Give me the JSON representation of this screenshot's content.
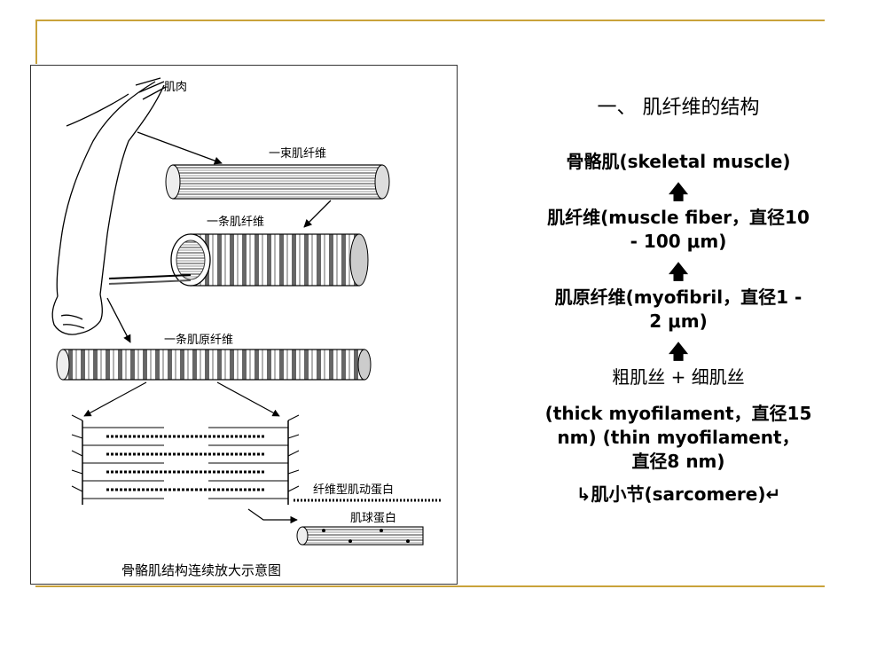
{
  "figure": {
    "label_muscle": "肌肉",
    "label_fiber_bundle": "一束肌纤维",
    "label_single_fiber": "一条肌纤维",
    "label_myofibril": "一条肌原纤维",
    "label_fibrous_actin": "纤维型肌动蛋白",
    "label_globular_actin": "肌球蛋白",
    "caption": "骨骼肌结构连续放大示意图"
  },
  "text": {
    "section_title": "一、 肌纤维的结构",
    "skeletal_muscle": "骨骼肌(skeletal muscle)",
    "muscle_fiber_1": "肌纤维(muscle fiber，直径10",
    "muscle_fiber_2": "- 100 μm)",
    "myofibril_1": "肌原纤维(myofibril，直径1 -",
    "myofibril_2": "2 μm)",
    "filaments": "粗肌丝  +  细肌丝",
    "thick_1": "(thick myofilament，直径15",
    "thick_2": "nm)    (thin myofilament，",
    "thick_3": "直径8 nm)",
    "sarcomere": "↳肌小节(sarcomere)↵",
    "arrow": "🡅"
  },
  "colors": {
    "accent_rule": "#c9a23a"
  }
}
